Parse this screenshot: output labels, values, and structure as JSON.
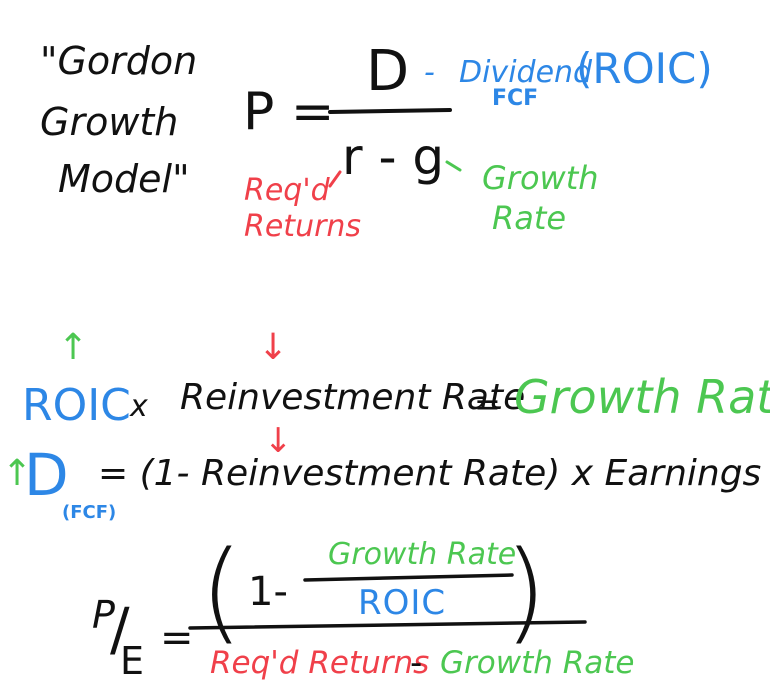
{
  "colors": {
    "ink": "#111111",
    "blue": "#2d87e6",
    "green": "#4cc751",
    "red": "#f0404a"
  },
  "title": {
    "line1": "\"Gordon",
    "line2": "Growth",
    "line3": "Model\""
  },
  "gordon": {
    "lhs": "P =",
    "numerator": "D",
    "denominator": "r - g",
    "dash_dividend": "-",
    "dividend": "Dividend",
    "roic_paren": "(ROIC)",
    "fcf": "FCF",
    "reqd_line1": "Req'd",
    "reqd_line2": "Returns",
    "growth_line1": "Growth",
    "growth_line2": "Rate"
  },
  "eq1": {
    "roic": "ROIC",
    "times": "x",
    "reinvestment": "Reinvestment Rate",
    "equals": "=",
    "growth_rate": "Growth Rate",
    "arrow_up": "↑",
    "arrow_down": "↓"
  },
  "eq2": {
    "arrow_up": "↑",
    "d": "D",
    "fcf": "(FCF)",
    "arrow_down": "↓",
    "body": "= (1- Reinvestment Rate) x Earnings"
  },
  "eq3": {
    "pe_p": "P",
    "pe_slash": "/",
    "pe_e": "E",
    "equals": "=",
    "open_paren": "(",
    "one_minus": "1-",
    "growth_rate": "Growth Rate",
    "roic": "ROIC",
    "close_paren": ")",
    "reqd_returns": "Req'd Returns",
    "minus": "-",
    "growth_rate2": "Growth Rate"
  }
}
